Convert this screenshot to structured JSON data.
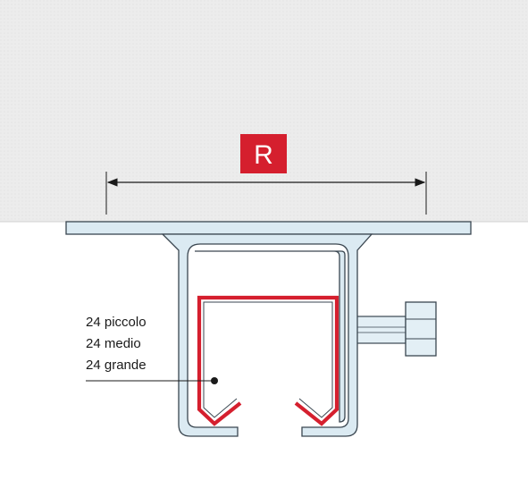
{
  "dimension": {
    "label": "R"
  },
  "sizes": [
    "24 piccolo",
    "24 medio",
    "24 grande"
  ],
  "colors": {
    "ceiling": "#ececec",
    "rail": "#dbeaf2",
    "rail_stroke": "#3a4650",
    "carriage": "#d51f2e",
    "badge": "#d51f2e",
    "bolt": "#e3eff5"
  }
}
